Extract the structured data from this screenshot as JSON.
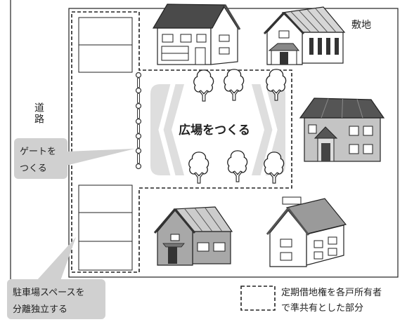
{
  "labels": {
    "road": "道路",
    "site": "敷地",
    "plaza": "広場をつくる"
  },
  "callouts": {
    "gate": {
      "lines": [
        "ゲートを",
        "つくる"
      ]
    },
    "parking": {
      "lines": [
        "駐車場スペースを",
        "分離独立する"
      ]
    }
  },
  "legend": {
    "lines": [
      "定期借地権を各戸所有者",
      "で準共有とした部分"
    ]
  },
  "icons": {
    "house": "house-icon",
    "tree": "tree-icon",
    "gate_post": "gate-post-icon",
    "legend_swatch": "dashed-square-icon"
  },
  "colors": {
    "callout_fill": "#d0d0d0",
    "plaza_fill": "#dedede",
    "dark_roof": "#4a4a4a",
    "line": "#222222"
  }
}
